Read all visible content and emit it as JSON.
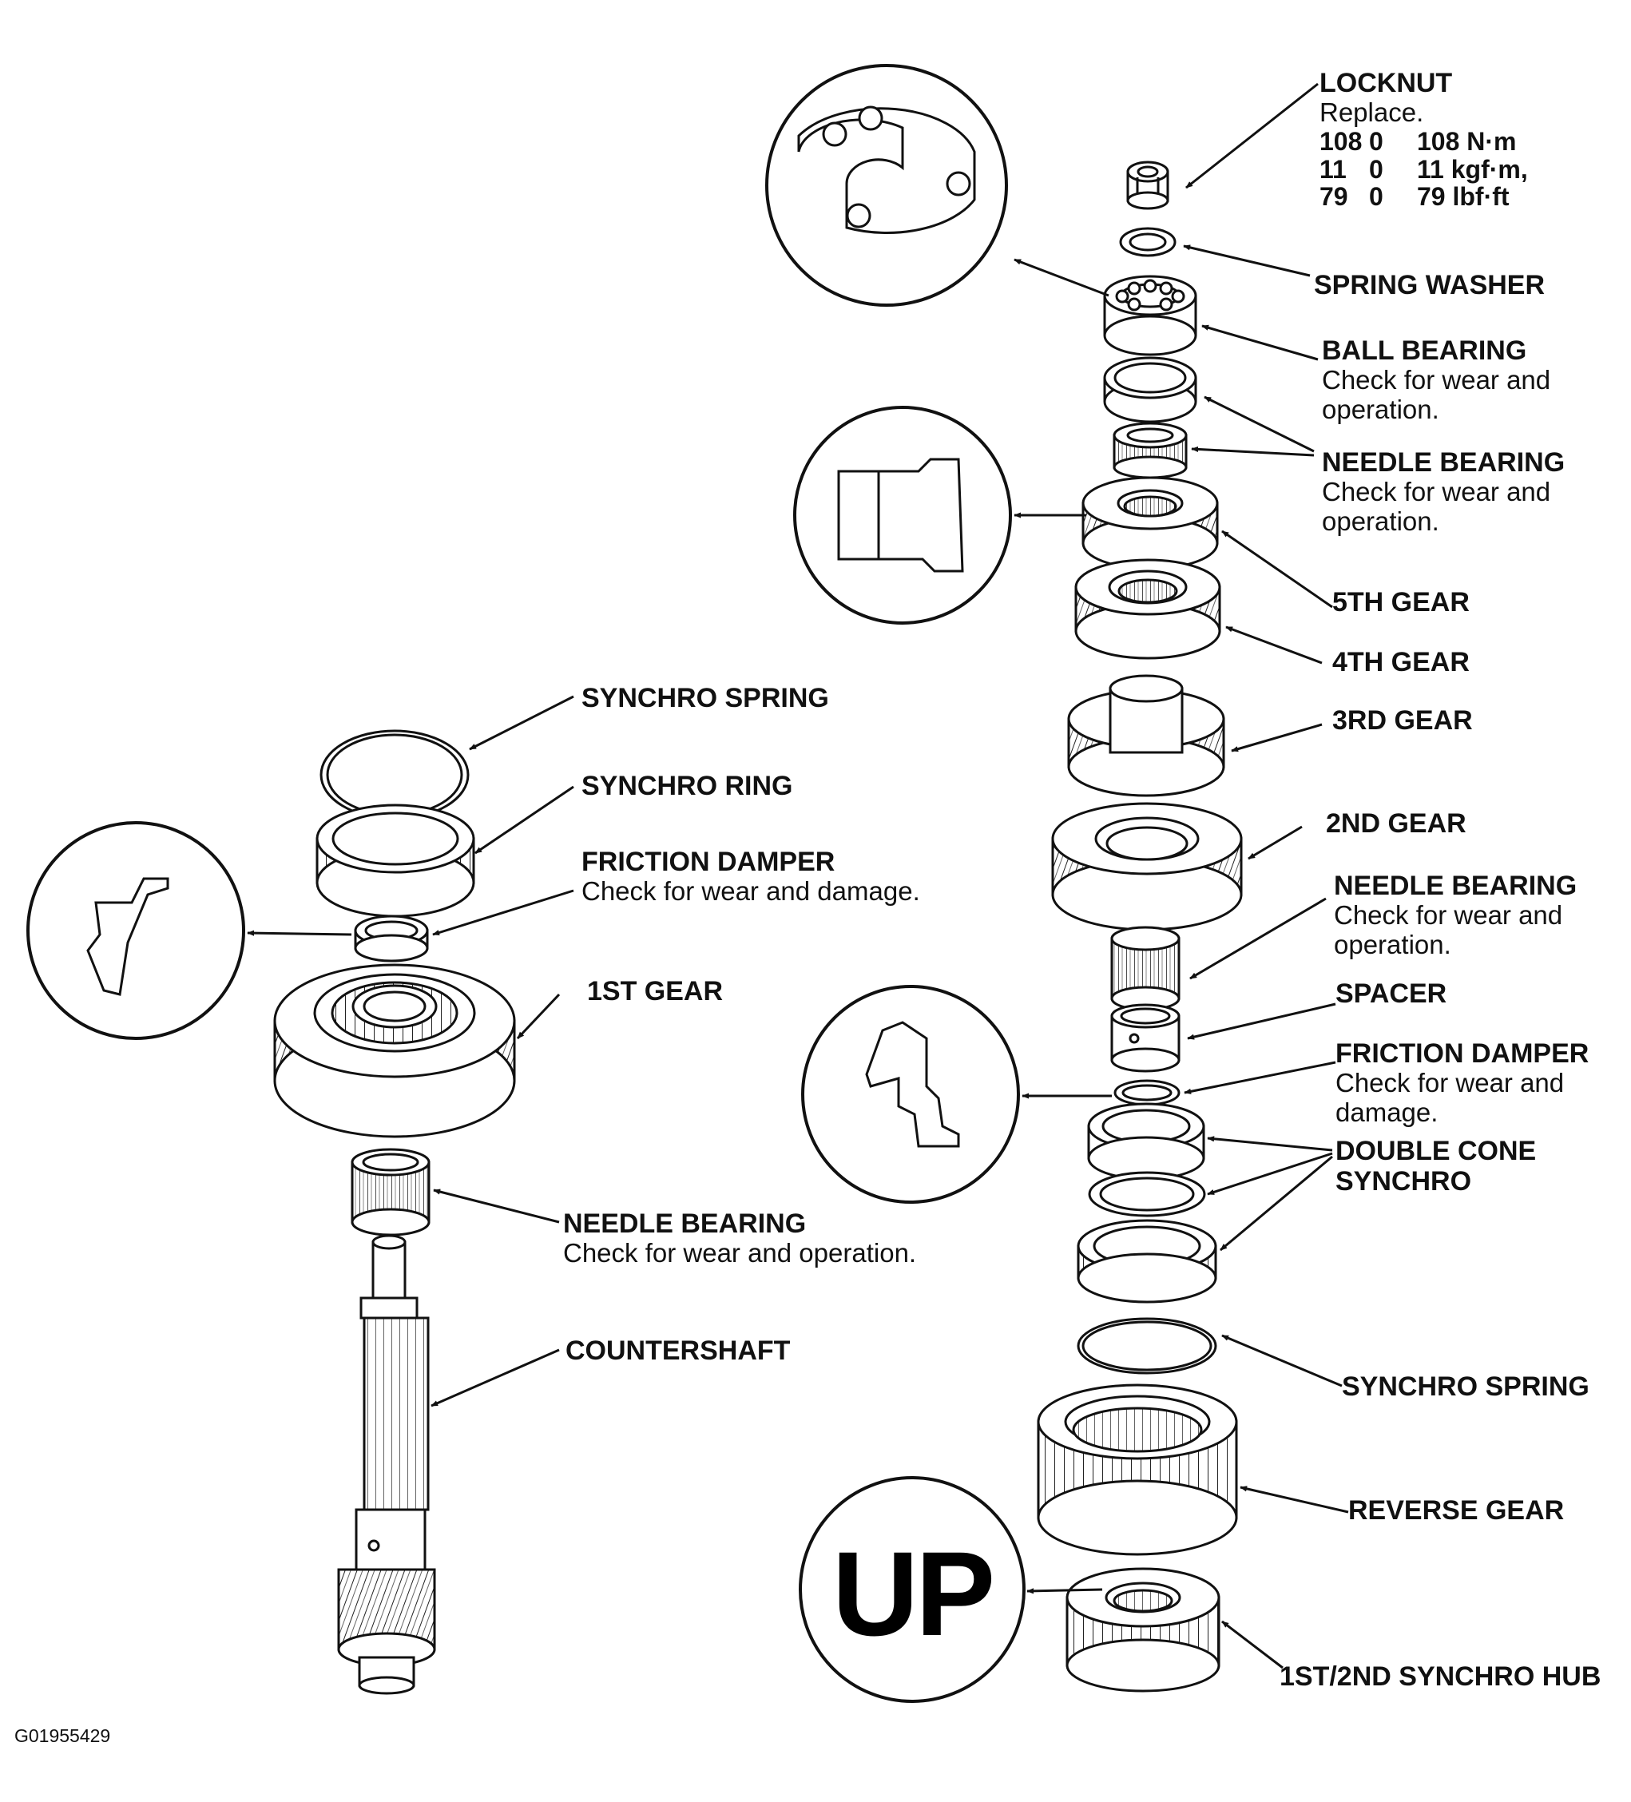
{
  "labels": {
    "locknut": {
      "title": "LOCKNUT",
      "note": "Replace."
    },
    "torque_rows": [
      [
        "108",
        "0",
        "108 N·m"
      ],
      [
        "11",
        "0",
        "11 kgf·m,"
      ],
      [
        "79",
        "0",
        "79 lbf·ft"
      ]
    ],
    "spring_washer": {
      "title": "SPRING WASHER"
    },
    "ball_bearing": {
      "title": "BALL BEARING",
      "note1": "Check for wear and",
      "note2": "operation."
    },
    "needle_bearing_top": {
      "title": "NEEDLE BEARING",
      "note1": "Check for wear and",
      "note2": "operation."
    },
    "fifth_gear": {
      "title": "5TH GEAR"
    },
    "fourth_gear": {
      "title": "4TH GEAR"
    },
    "third_gear": {
      "title": "3RD GEAR"
    },
    "second_gear": {
      "title": "2ND GEAR"
    },
    "needle_bearing_mid": {
      "title": "NEEDLE BEARING",
      "note1": "Check for wear and",
      "note2": "operation."
    },
    "spacer": {
      "title": "SPACER"
    },
    "friction_damper_right": {
      "title": "FRICTION DAMPER",
      "note1": "Check for wear and",
      "note2": "damage."
    },
    "double_cone": {
      "line1": "DOUBLE CONE",
      "line2": "SYNCHRO"
    },
    "synchro_spring_right": {
      "title": "SYNCHRO SPRING"
    },
    "reverse_gear": {
      "title": "REVERSE GEAR"
    },
    "synchro_hub": {
      "title": "1ST/2ND SYNCHRO HUB"
    },
    "synchro_spring_left": {
      "title": "SYNCHRO SPRING"
    },
    "synchro_ring": {
      "title": "SYNCHRO RING"
    },
    "friction_damper_left": {
      "title": "FRICTION DAMPER",
      "note": "Check for wear and damage."
    },
    "first_gear": {
      "title": "1ST GEAR"
    },
    "needle_bearing_left": {
      "title": "NEEDLE BEARING",
      "note": "Check for wear and operation."
    },
    "countershaft": {
      "title": "COUNTERSHAFT"
    },
    "up_mark": "UP",
    "figure_id": "G01955429"
  }
}
